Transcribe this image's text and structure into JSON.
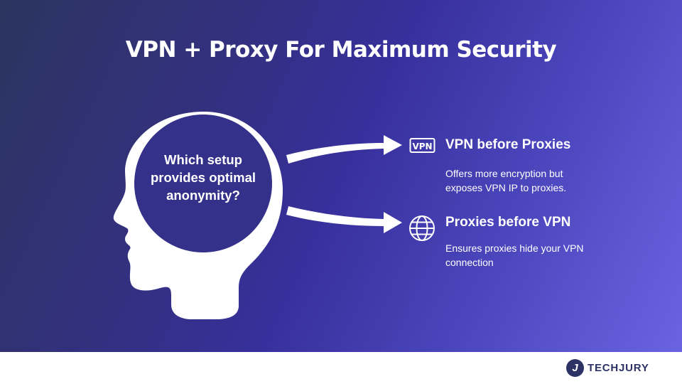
{
  "title": "VPN + Proxy For Maximum Security",
  "question": "Which setup provides optimal anonymity?",
  "options": [
    {
      "icon": "vpn-badge-icon",
      "icon_text": "VPN",
      "title": "VPN before Proxies",
      "description": "Offers more encryption but exposes VPN IP to proxies."
    },
    {
      "icon": "globe-icon",
      "title": "Proxies before VPN",
      "description": "Ensures proxies hide your VPN connection"
    }
  ],
  "brand": {
    "name": "TECHJURY",
    "mark": "J"
  },
  "colors": {
    "gradient_start": "#2b355f",
    "gradient_mid": "#37309c",
    "gradient_end": "#6a63e2",
    "text": "#ffffff",
    "brand": "#2d3264"
  }
}
